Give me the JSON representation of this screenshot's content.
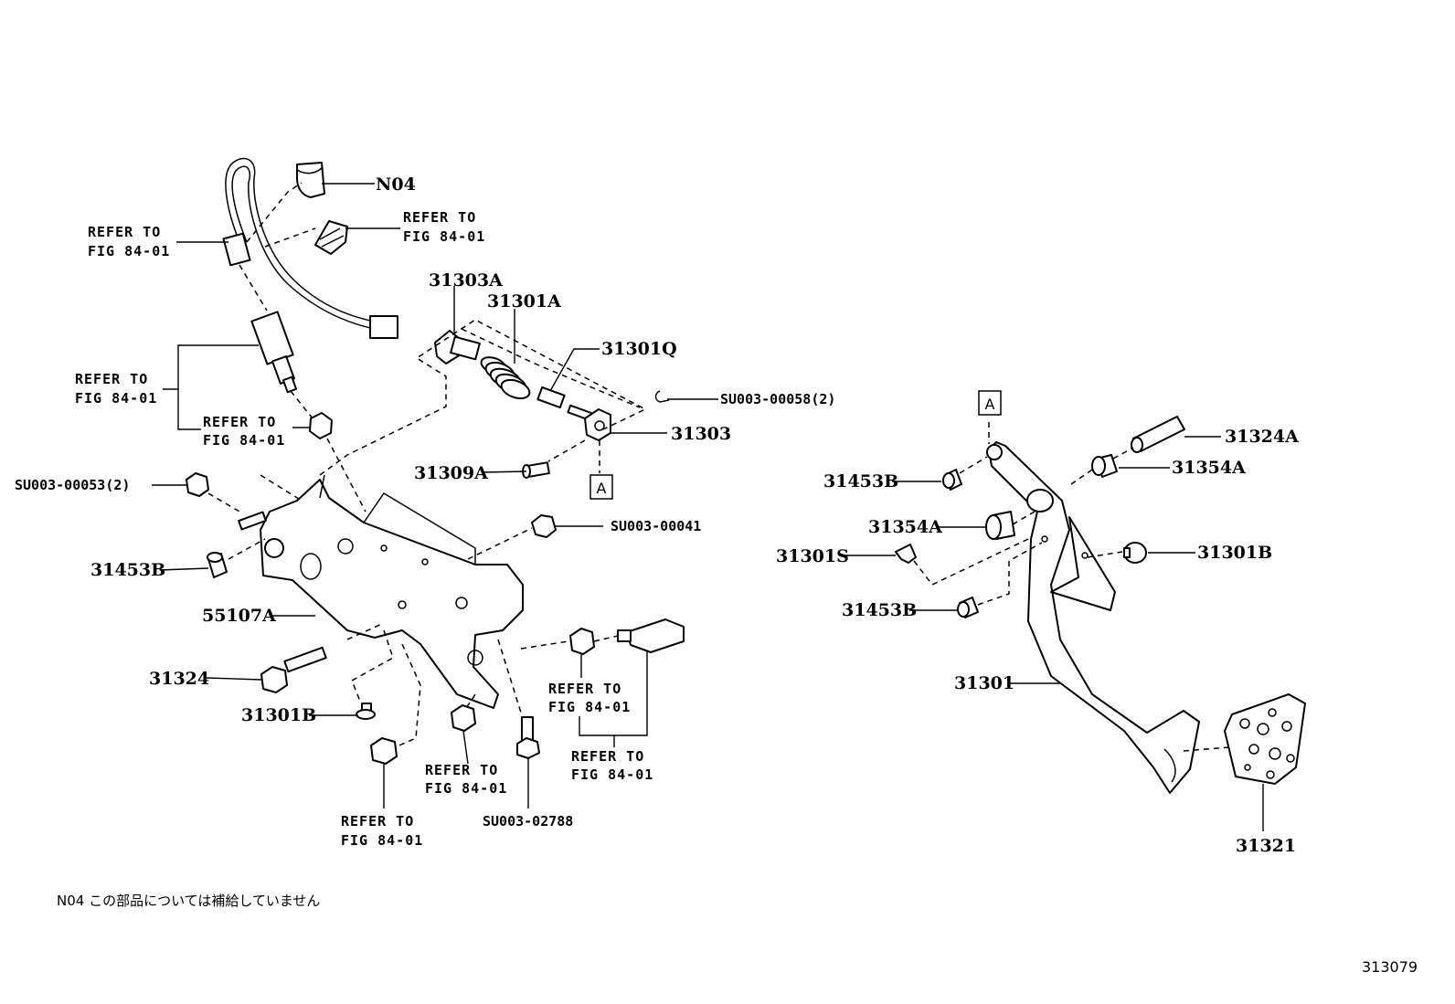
{
  "labels": {
    "n04": "N04",
    "p31303a": "31303A",
    "p31301a": "31301A",
    "p31301q": "31301Q",
    "su58": "SU003-00058(2)",
    "p31303": "31303",
    "p31309a": "31309A",
    "su53": "SU003-00053(2)",
    "p31453b_left": "31453B",
    "p55107a": "55107A",
    "su41": "SU003-00041",
    "p31324": "31324",
    "p31301b_left": "31301B",
    "su2788": "SU003-02788",
    "p31324a": "31324A",
    "p31453b_r1": "31453B",
    "p31354a_r": "31354A",
    "p31354a_l": "31354A",
    "p31301b_r": "31301B",
    "p31301s": "31301S",
    "p31453b_r2": "31453B",
    "p31301": "31301",
    "p31321": "31321"
  },
  "refer": {
    "line1": "REFER TO",
    "line2": "FIG 84-01"
  },
  "callout_a": "A",
  "footnote": "N04 この部品については補給していません",
  "figure_number": "313079"
}
